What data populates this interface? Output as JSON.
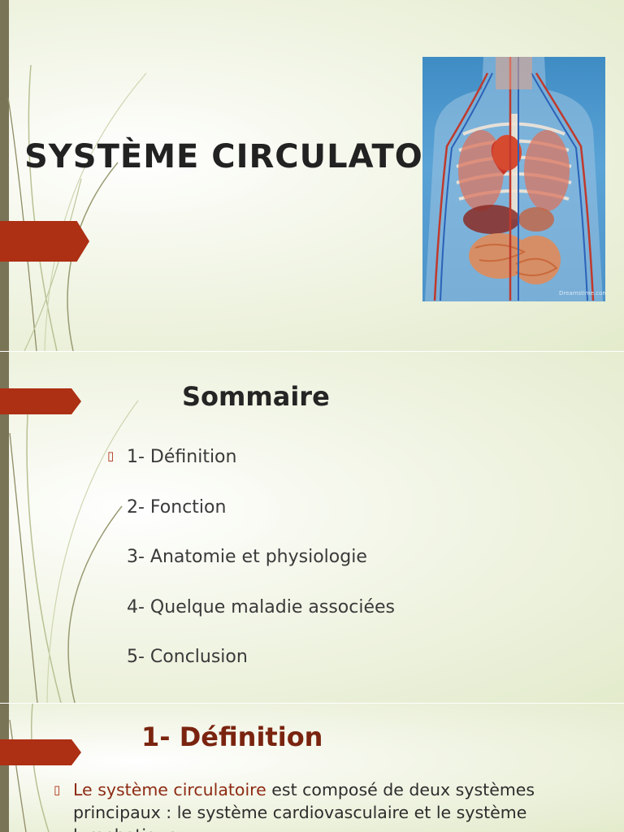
{
  "slides": {
    "title": {
      "heading": "SYSTÈME CIRCULATOIRE",
      "image_watermark": "Dreamstime.com"
    },
    "summary": {
      "heading": "Sommaire",
      "bullet_glyph": "▯",
      "items": [
        "1- Définition",
        "2- Fonction",
        "3- Anatomie et physiologie",
        "4- Quelque maladie associées",
        "5- Conclusion"
      ]
    },
    "definition": {
      "heading": "1- Définition",
      "bullet_glyph": "▯",
      "highlight": "Le système circulatoire",
      "text": " est composé de deux systèmes principaux : le système cardiovasculaire et le système lymphatique"
    }
  },
  "colors": {
    "accent": "#ad2f14",
    "heading_red": "#7a2410",
    "side_bar": "#7a7456",
    "background": "#e3ebcc"
  }
}
